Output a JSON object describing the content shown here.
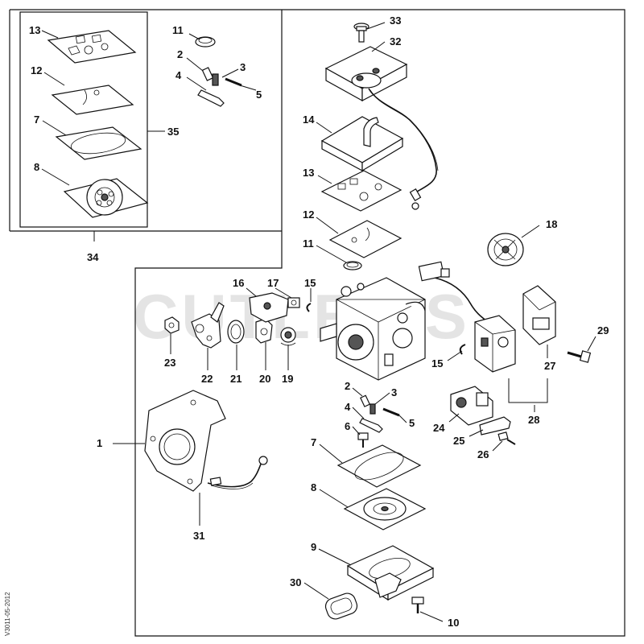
{
  "watermark": "CUTLER'S",
  "side_id": "V3011-05-2012",
  "callouts": {
    "c13a": "13",
    "c12a": "12",
    "c7a": "7",
    "c8a": "8",
    "c11a": "11",
    "c2a": "2",
    "c3a": "3",
    "c4a": "4",
    "c5a": "5",
    "c35": "35",
    "c34": "34",
    "c33": "33",
    "c32": "32",
    "c14": "14",
    "c13b": "13",
    "c12b": "12",
    "c11b": "11",
    "c18": "18",
    "c16": "16",
    "c17": "17",
    "c15a": "15",
    "c23": "23",
    "c22": "22",
    "c21": "21",
    "c20": "20",
    "c19": "19",
    "c29": "29",
    "c27": "27",
    "c15b": "15",
    "c28": "28",
    "c2b": "2",
    "c3b": "3",
    "c4b": "4",
    "c5b": "5",
    "c6": "6",
    "c24": "24",
    "c25": "25",
    "c26": "26",
    "c1": "1",
    "c7b": "7",
    "c8b": "8",
    "c31": "31",
    "c9": "9",
    "c30": "30",
    "c10": "10"
  }
}
